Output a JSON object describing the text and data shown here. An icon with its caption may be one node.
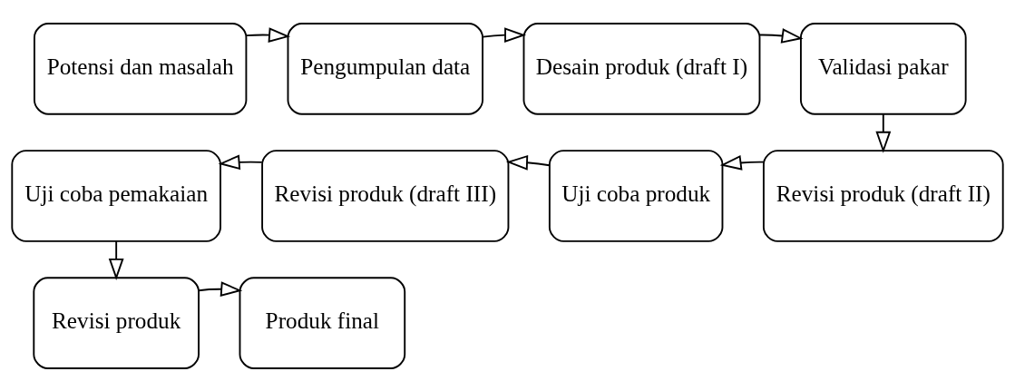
{
  "diagram": {
    "nodes": [
      {
        "text": [
          "Potensi dan masalah"
        ]
      },
      {
        "text": [
          "Pengumpulan data"
        ]
      },
      {
        "text": [
          "Desain produk (draft I)"
        ]
      },
      {
        "text": [
          "Validasi pakar"
        ]
      },
      {
        "text": [
          "Revisi produk (draft II)"
        ]
      },
      {
        "text": [
          "Uji coba produk"
        ]
      },
      {
        "text": [
          "Revisi produk (draft III)"
        ]
      },
      {
        "text": [
          "Uji coba pemakaian"
        ]
      },
      {
        "text": [
          "Revisi produk"
        ]
      },
      {
        "text": [
          "Produk final"
        ]
      }
    ],
    "edges": [
      {
        "from": 0,
        "to": 1,
        "arrow": "to"
      },
      {
        "from": 1,
        "to": 2,
        "arrow": "to"
      },
      {
        "from": 2,
        "to": 3,
        "arrow": "to"
      },
      {
        "from": 3,
        "to": 4,
        "arrow": "to"
      },
      {
        "from": 4,
        "to": 5,
        "arrow": "to"
      },
      {
        "from": 5,
        "to": 6,
        "arrow": "to"
      },
      {
        "from": 6,
        "to": 7,
        "arrow": "to"
      },
      {
        "from": 7,
        "to": 8,
        "arrow": "to"
      },
      {
        "from": 8,
        "to": 9,
        "arrow": "to"
      }
    ]
  }
}
